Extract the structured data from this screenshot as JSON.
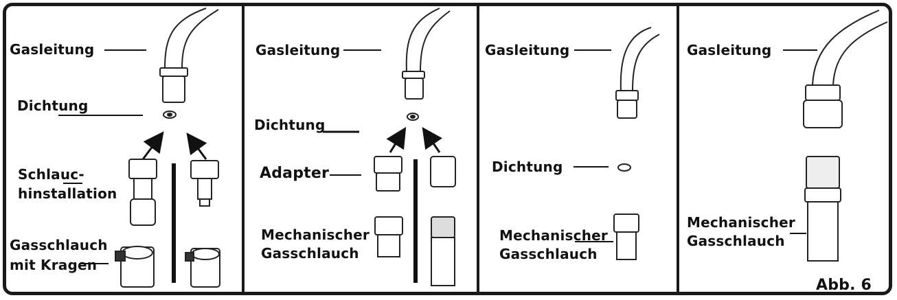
{
  "panels": [
    {
      "labels": {
        "gas_line": "Gasleitung",
        "gasket": "Dichtung",
        "hose_install_1": "Schlauc-",
        "hose_install_2": "hinstallation",
        "collar_hose_1": "Gasschlauch",
        "collar_hose_2": "mit Kragen"
      }
    },
    {
      "labels": {
        "gas_line": "Gasleitung",
        "gasket": "Dichtung",
        "adapter": "Adapter",
        "mech_hose_1": "Mechanischer",
        "mech_hose_2": "Gasschlauch"
      }
    },
    {
      "labels": {
        "gas_line": "Gasleitung",
        "gasket": "Dichtung",
        "mech_hose_1": "Mechanischer",
        "mech_hose_2": "Gasschlauch"
      }
    },
    {
      "labels": {
        "gas_line": "Gasleitung",
        "mech_hose_1": "Mechanischer",
        "mech_hose_2": "Gasschlauch"
      }
    }
  ],
  "figure_label": "Abb. 6"
}
